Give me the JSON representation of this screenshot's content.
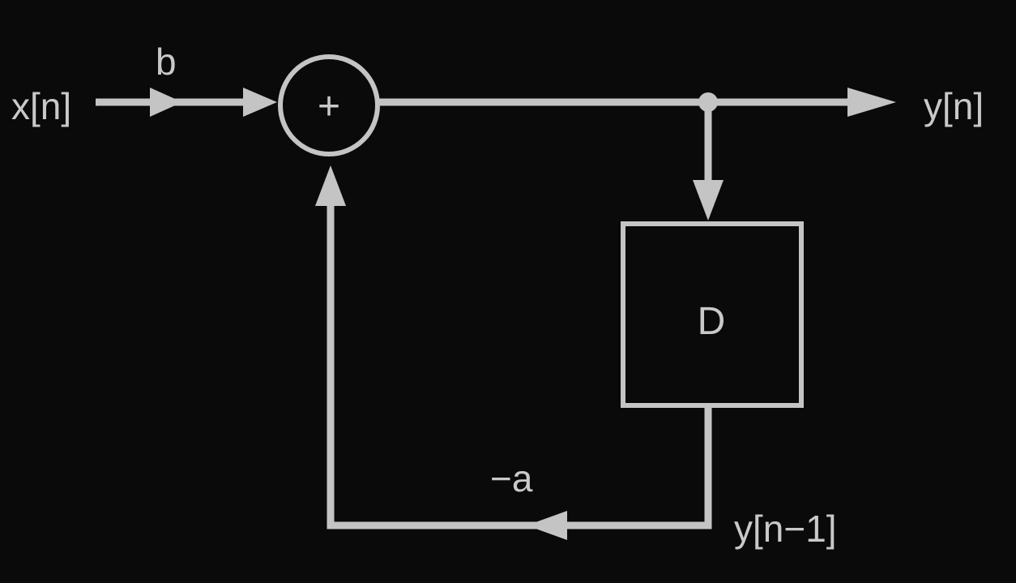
{
  "diagram": {
    "input_label": "x[n]",
    "gain_b_label": "b",
    "adder_symbol": "+",
    "output_label": "y[n]",
    "delay_label": "D",
    "delayed_label": "y[n−1]",
    "feedback_gain_label": "−a"
  },
  "colors": {
    "background": "#0a0a0a",
    "stroke": "#c4c4c4",
    "text": "#c9c9c9"
  }
}
